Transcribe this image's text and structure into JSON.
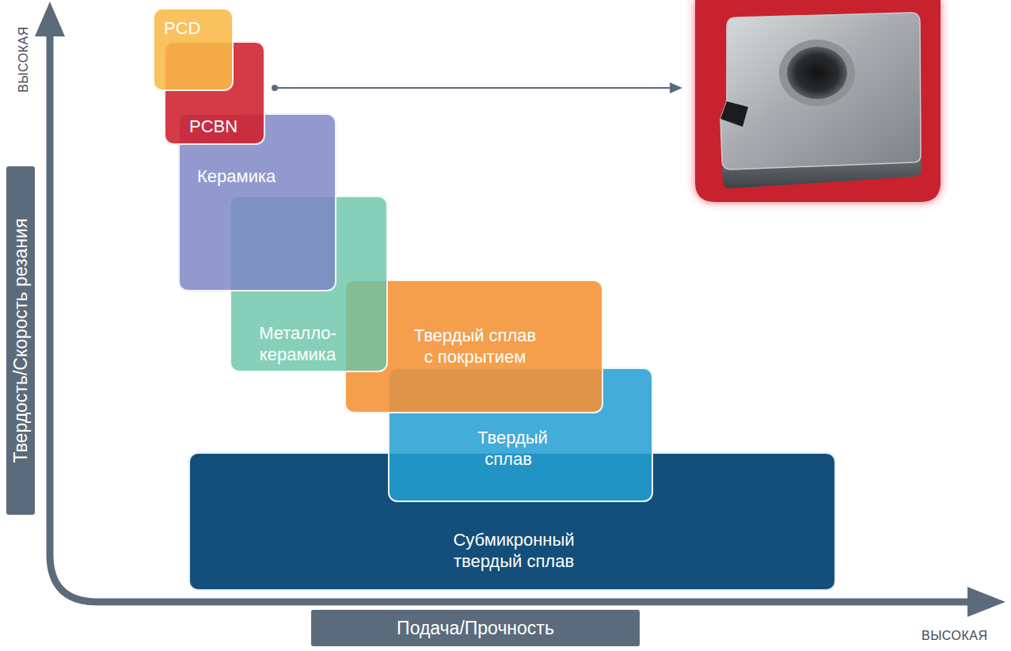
{
  "diagram": {
    "nodes": [
      {
        "text": [
          "PCD"
        ]
      },
      {
        "text": [
          "PCBN"
        ]
      },
      {
        "text": [
          "Керамика"
        ]
      },
      {
        "text": [
          "Металло- керамика"
        ]
      },
      {
        "text": [
          "Твердый сплав с покрытием"
        ]
      },
      {
        "text": [
          "Твердый сплав"
        ]
      },
      {
        "text": [
          "Субмикронный твердый сплав"
        ]
      },
      {
        "text": [
          "Твердость/Скорость резания"
        ]
      },
      {
        "text": [
          "Подача/Прочность"
        ]
      }
    ],
    "labels": [
      "ВЫСОКАЯ",
      "ВЫСОКАЯ"
    ]
  }
}
